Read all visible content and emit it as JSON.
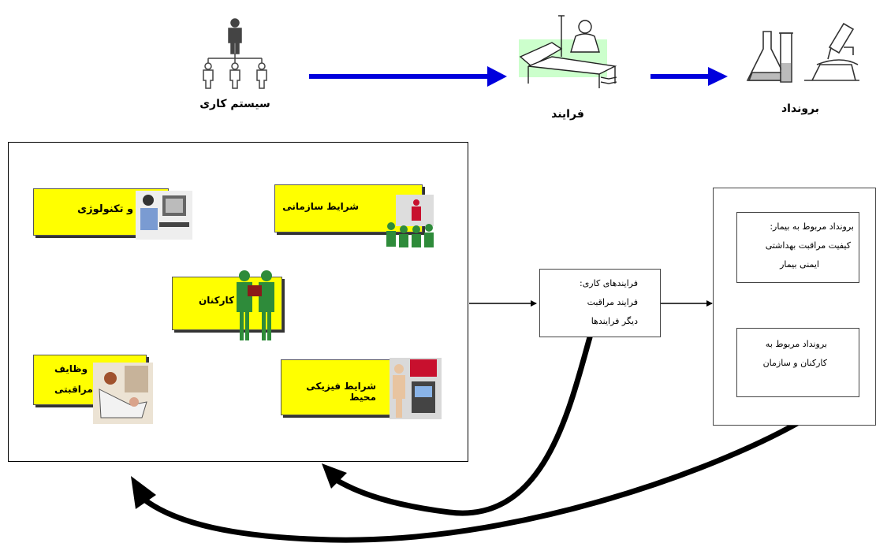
{
  "top": {
    "work_system_label": "سیستم کاری",
    "process_label": "فرایند",
    "outcome_label": "برونداد"
  },
  "work_system": {
    "tools_tech": "ابزار و تکنولوژی",
    "organizational": "شرایط سازمانی",
    "workers": "کارکنان",
    "care_tasks_line1": "وظایف",
    "care_tasks_line2": "مراقبتی",
    "physical_env": "شرایط فیزیکی محیط"
  },
  "process_box": {
    "line1": "فرایندهای کاری:",
    "line2": "فرایند مراقبت",
    "line3": "دیگر فرایندها"
  },
  "outcome_box": {
    "patient": {
      "line1": "برونداد مربوط به بیمار:",
      "line2": "کیفیت مراقبت بهداشتی",
      "line3": "ایمنی بیمار"
    },
    "staff": {
      "line1": "برونداد مربوط به",
      "line2": "کارکنان و سازمان"
    }
  },
  "colors": {
    "flow_arrow": "#0000dd",
    "box_fill": "#ffff00",
    "figure_green": "#2e8b3a",
    "figure_red": "#c8102e"
  }
}
